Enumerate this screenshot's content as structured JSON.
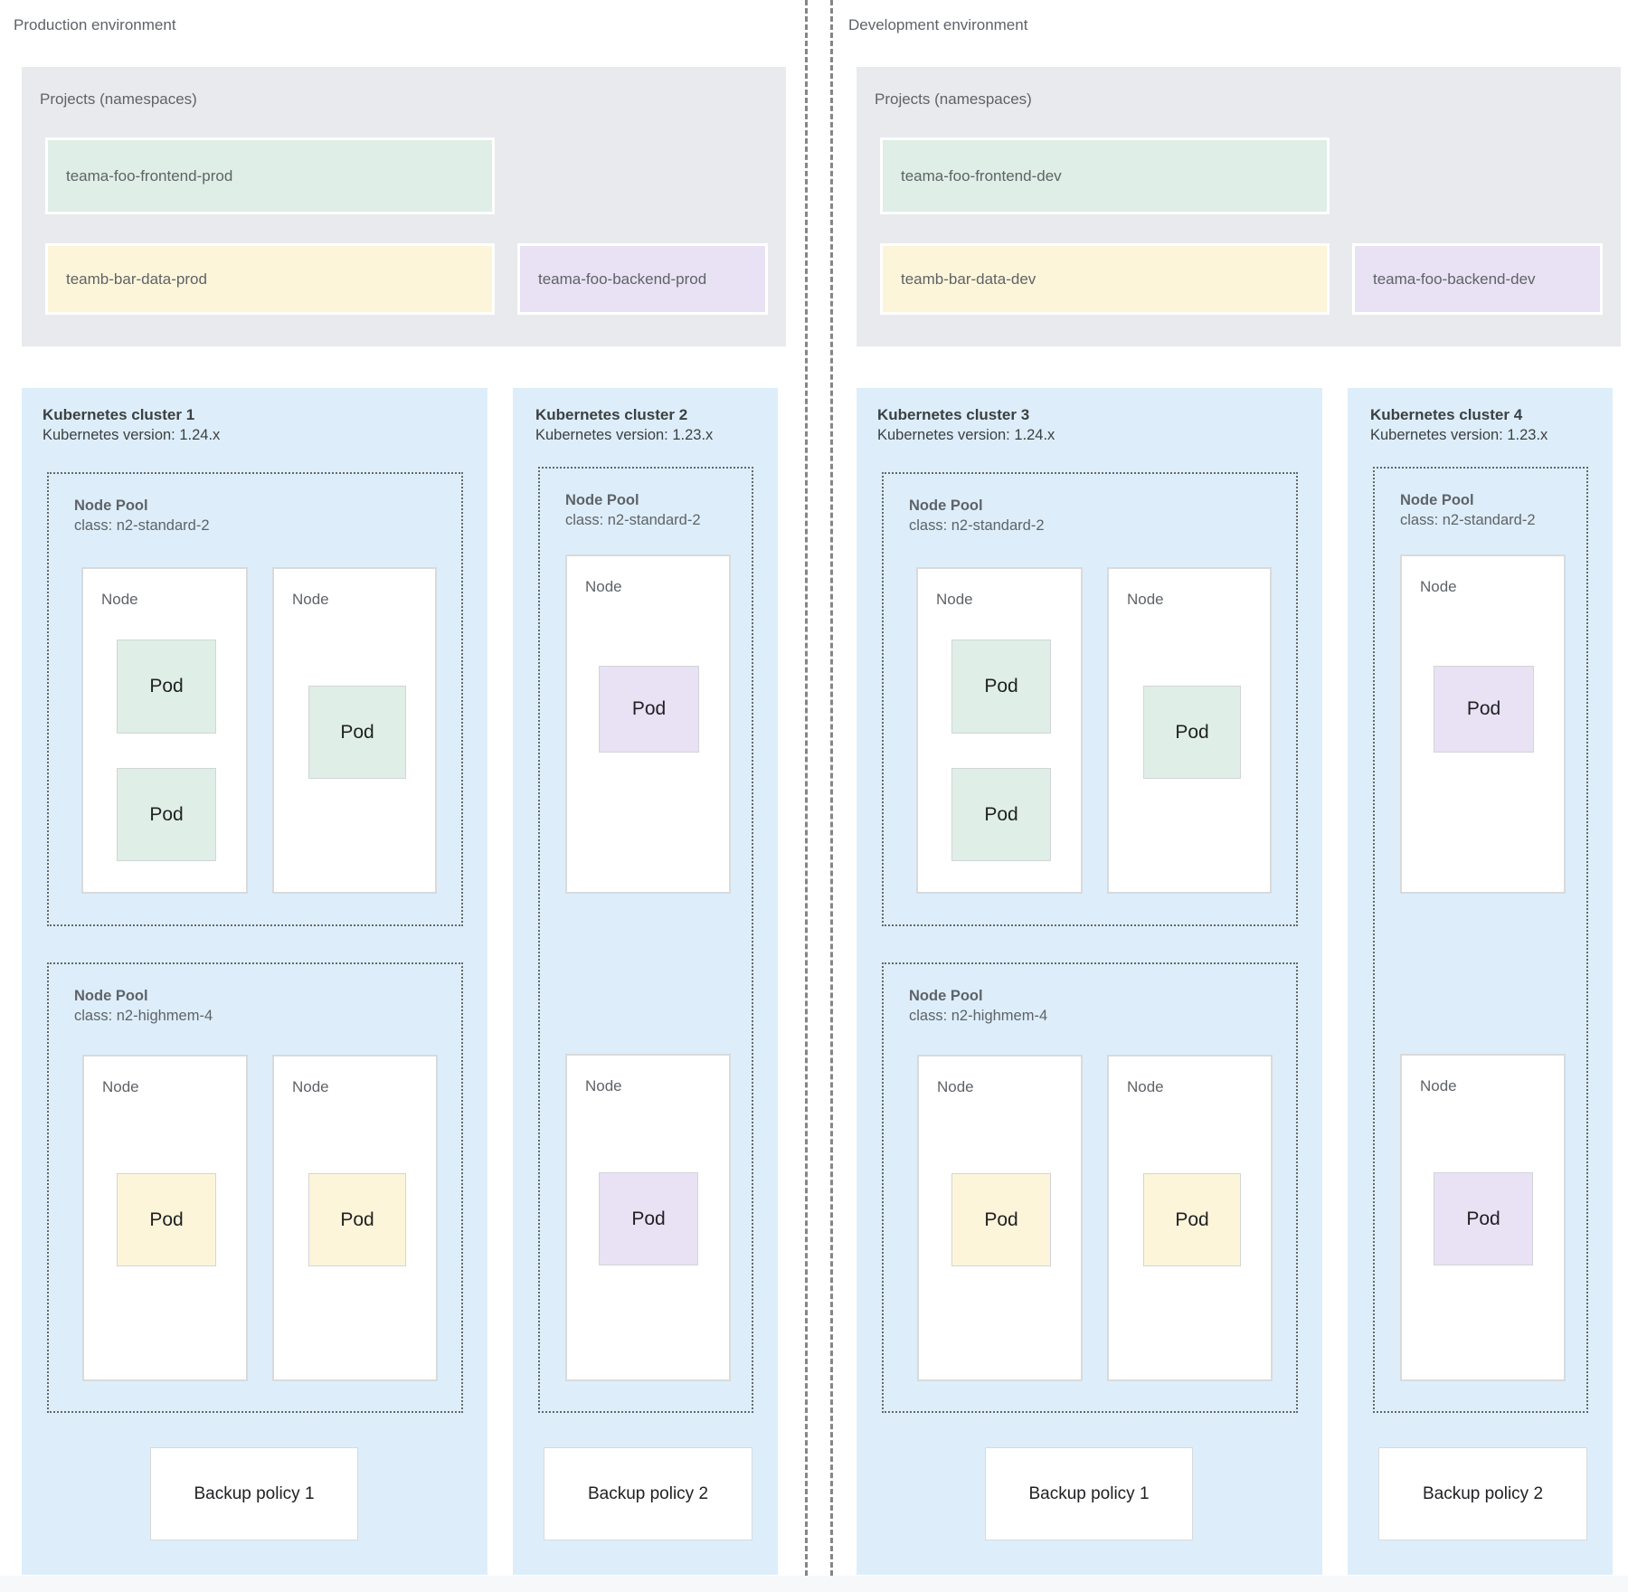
{
  "colors": {
    "panel-gray": "#e8eaed",
    "cluster-blue": "#ddeefa",
    "project-green": "#dfeee6",
    "project-yellow": "#fdf5d9",
    "project-purple": "#e9e1f4",
    "node-border": "#d8dadc",
    "pod-border": "#d2d5d8",
    "pool-dotted": "#64686c",
    "divider-gray": "#82868a",
    "text-gray": "#5f6368",
    "text-dark": "#3c4043",
    "text-black": "#202124"
  },
  "environments": [
    {
      "title": "Production environment",
      "projects_label": "Projects (namespaces)",
      "projects": [
        {
          "name": "teama-foo-frontend-prod",
          "color": "green"
        },
        {
          "name": "teamb-bar-data-prod",
          "color": "yellow"
        },
        {
          "name": "teama-foo-backend-prod",
          "color": "purple"
        }
      ],
      "clusters": [
        {
          "title": "Kubernetes cluster 1",
          "version_line": "Kubernetes version: 1.24.x",
          "node_pools": [
            {
              "label": "Node Pool",
              "class_line": "class: n2-standard-2",
              "nodes": [
                {
                  "label": "Node",
                  "pods": [
                    {
                      "label": "Pod",
                      "color": "green"
                    },
                    {
                      "label": "Pod",
                      "color": "green"
                    }
                  ]
                },
                {
                  "label": "Node",
                  "pods": [
                    {
                      "label": "Pod",
                      "color": "green"
                    }
                  ]
                }
              ]
            },
            {
              "label": "Node Pool",
              "class_line": "class: n2-highmem-4",
              "nodes": [
                {
                  "label": "Node",
                  "pods": [
                    {
                      "label": "Pod",
                      "color": "yellow"
                    }
                  ]
                },
                {
                  "label": "Node",
                  "pods": [
                    {
                      "label": "Pod",
                      "color": "yellow"
                    }
                  ]
                }
              ]
            }
          ],
          "backup_policy": "Backup policy 1"
        },
        {
          "title": "Kubernetes cluster 2",
          "version_line": "Kubernetes version: 1.23.x",
          "node_pools": [
            {
              "label": "Node Pool",
              "class_line": "class: n2-standard-2",
              "nodes": [
                {
                  "label": "Node",
                  "pods": [
                    {
                      "label": "Pod",
                      "color": "purple"
                    }
                  ]
                },
                {
                  "label": "Node",
                  "pods": [
                    {
                      "label": "Pod",
                      "color": "purple"
                    }
                  ]
                }
              ]
            }
          ],
          "backup_policy": "Backup policy 2"
        }
      ]
    },
    {
      "title": "Development environment",
      "projects_label": "Projects (namespaces)",
      "projects": [
        {
          "name": "teama-foo-frontend-dev",
          "color": "green"
        },
        {
          "name": "teamb-bar-data-dev",
          "color": "yellow"
        },
        {
          "name": "teama-foo-backend-dev",
          "color": "purple"
        }
      ],
      "clusters": [
        {
          "title": "Kubernetes cluster 3",
          "version_line": "Kubernetes version: 1.24.x",
          "node_pools": [
            {
              "label": "Node Pool",
              "class_line": "class: n2-standard-2",
              "nodes": [
                {
                  "label": "Node",
                  "pods": [
                    {
                      "label": "Pod",
                      "color": "green"
                    },
                    {
                      "label": "Pod",
                      "color": "green"
                    }
                  ]
                },
                {
                  "label": "Node",
                  "pods": [
                    {
                      "label": "Pod",
                      "color": "green"
                    }
                  ]
                }
              ]
            },
            {
              "label": "Node Pool",
              "class_line": "class: n2-highmem-4",
              "nodes": [
                {
                  "label": "Node",
                  "pods": [
                    {
                      "label": "Pod",
                      "color": "yellow"
                    }
                  ]
                },
                {
                  "label": "Node",
                  "pods": [
                    {
                      "label": "Pod",
                      "color": "yellow"
                    }
                  ]
                }
              ]
            }
          ],
          "backup_policy": "Backup policy 1"
        },
        {
          "title": "Kubernetes cluster 4",
          "version_line": "Kubernetes version: 1.23.x",
          "node_pools": [
            {
              "label": "Node Pool",
              "class_line": "class: n2-standard-2",
              "nodes": [
                {
                  "label": "Node",
                  "pods": [
                    {
                      "label": "Pod",
                      "color": "purple"
                    }
                  ]
                },
                {
                  "label": "Node",
                  "pods": [
                    {
                      "label": "Pod",
                      "color": "purple"
                    }
                  ]
                }
              ]
            }
          ],
          "backup_policy": "Backup policy 2"
        }
      ]
    }
  ]
}
